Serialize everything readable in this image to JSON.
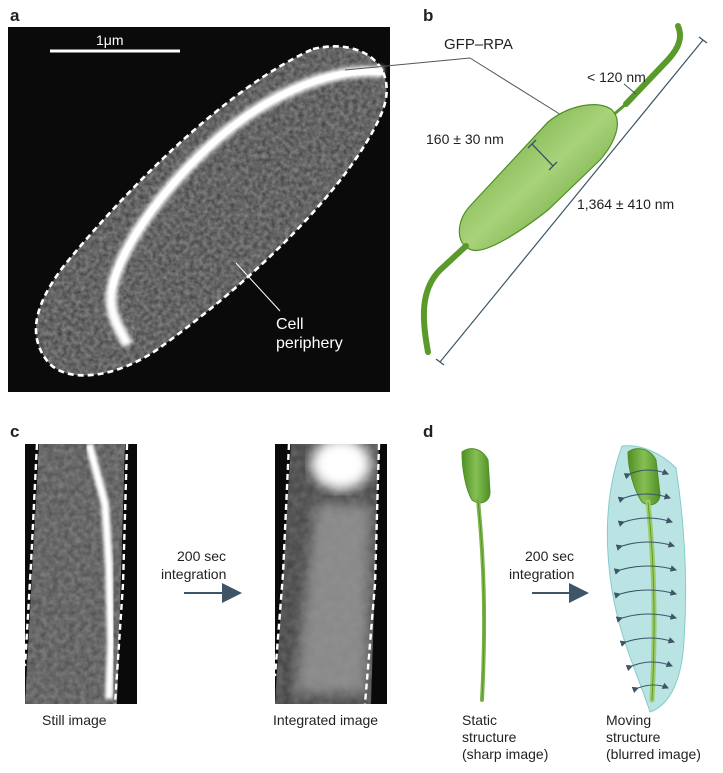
{
  "panels": {
    "a": {
      "letter": "a",
      "scale_bar_label": "1μm",
      "periphery_label_line1": "Cell",
      "periphery_label_line2": "periphery"
    },
    "b": {
      "letter": "b",
      "gfp_label": "GFP–RPA",
      "tip_width_label": "< 120 nm",
      "width_label": "160 ± 30 nm",
      "length_label": "1,364 ± 410 nm"
    },
    "c": {
      "letter": "c",
      "arrow_label_line1": "200 sec",
      "arrow_label_line2": "integration",
      "still_caption": "Still image",
      "integrated_caption": "Integrated image"
    },
    "d": {
      "letter": "d",
      "arrow_label_line1": "200 sec",
      "arrow_label_line2": "integration",
      "static_line1": "Static",
      "static_line2": "structure",
      "static_line3": "(sharp image)",
      "moving_line1": "Moving",
      "moving_line2": "structure",
      "moving_line3": "(blurred image)"
    }
  },
  "colors": {
    "green_dark": "#5a9a2a",
    "green_light": "#9ccc6a",
    "arrow": "#3d5566",
    "halo": "#b7e3e3"
  }
}
